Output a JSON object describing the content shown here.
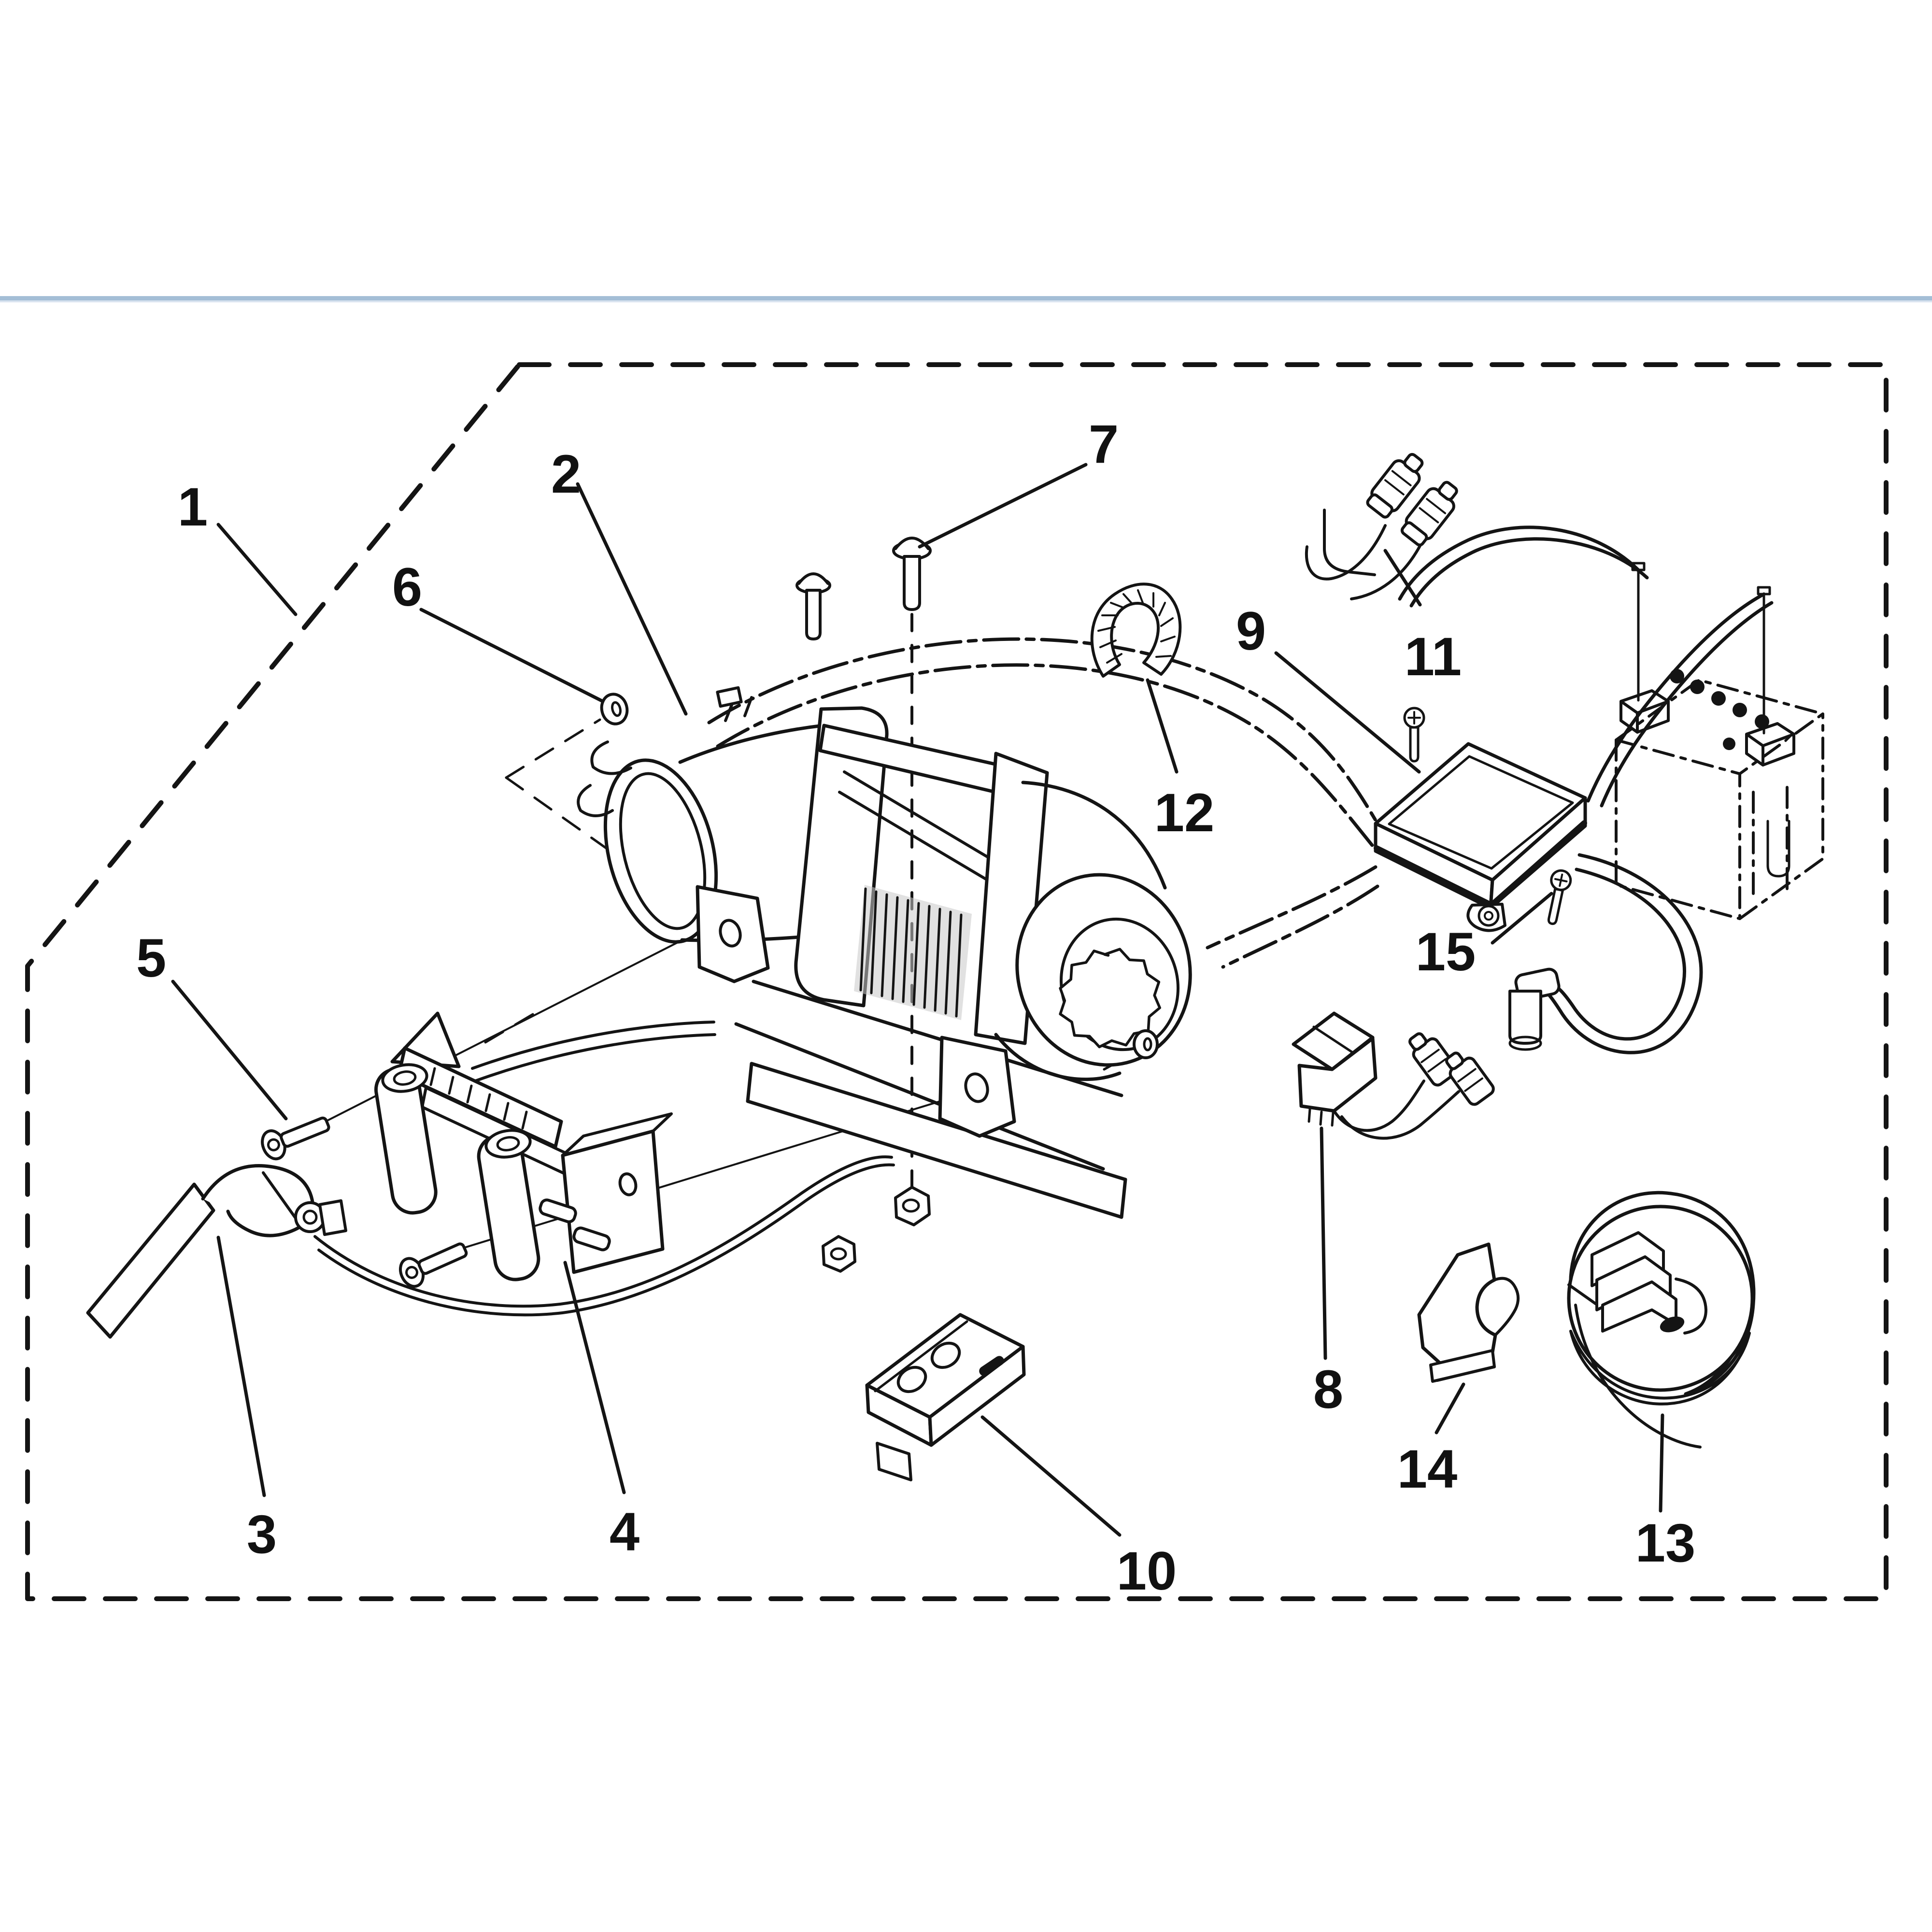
{
  "diagram": {
    "kind": "exploded-parts-diagram",
    "accent_rule_color": "#a4bed6",
    "line_color": "#141414",
    "background_color": "#ffffff"
  },
  "labels": [
    "1",
    "2",
    "3",
    "4",
    "5",
    "6",
    "7",
    "8",
    "9",
    "10",
    "11",
    "12",
    "13",
    "14",
    "15"
  ]
}
